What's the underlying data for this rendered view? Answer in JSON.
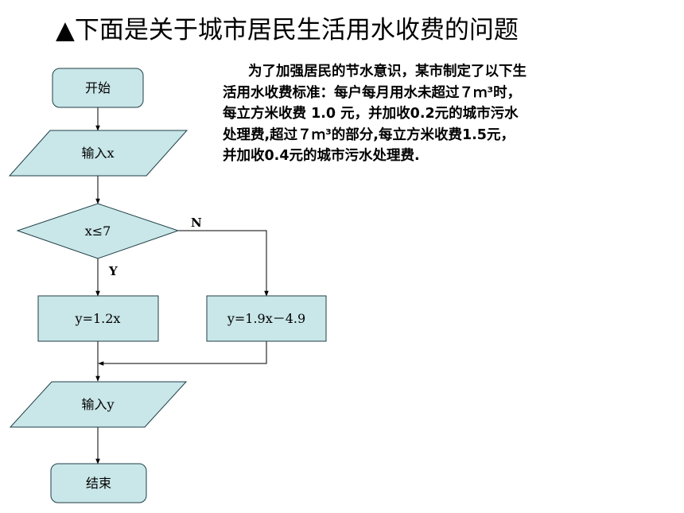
{
  "title": "▲下面是关于城市居民生活用水收费的问题",
  "description": {
    "lines": [
      "为了加强居民的节水意识，某市制定了以下生",
      "活用水收费标准：每户每月用水未超过７ｍ³时，",
      "每立方米收费 1.0 元，并加收0.2元的城市污水",
      "处理费,超过７ｍ³的部分,每立方米收费1.5元，",
      "并加收0.4元的城市污水处理费."
    ]
  },
  "flowchart": {
    "start": "开始",
    "input_x": "输入x",
    "condition": "x≤7",
    "yes_label": "Y",
    "no_label": "N",
    "yes_process": "y=1.2x",
    "no_process": "y=1.9x－4.9",
    "output_y": "输入y",
    "end": "结束"
  },
  "colors": {
    "node_fill": "#c9e6e8",
    "node_stroke": "#1f3f47",
    "line": "#000000"
  }
}
